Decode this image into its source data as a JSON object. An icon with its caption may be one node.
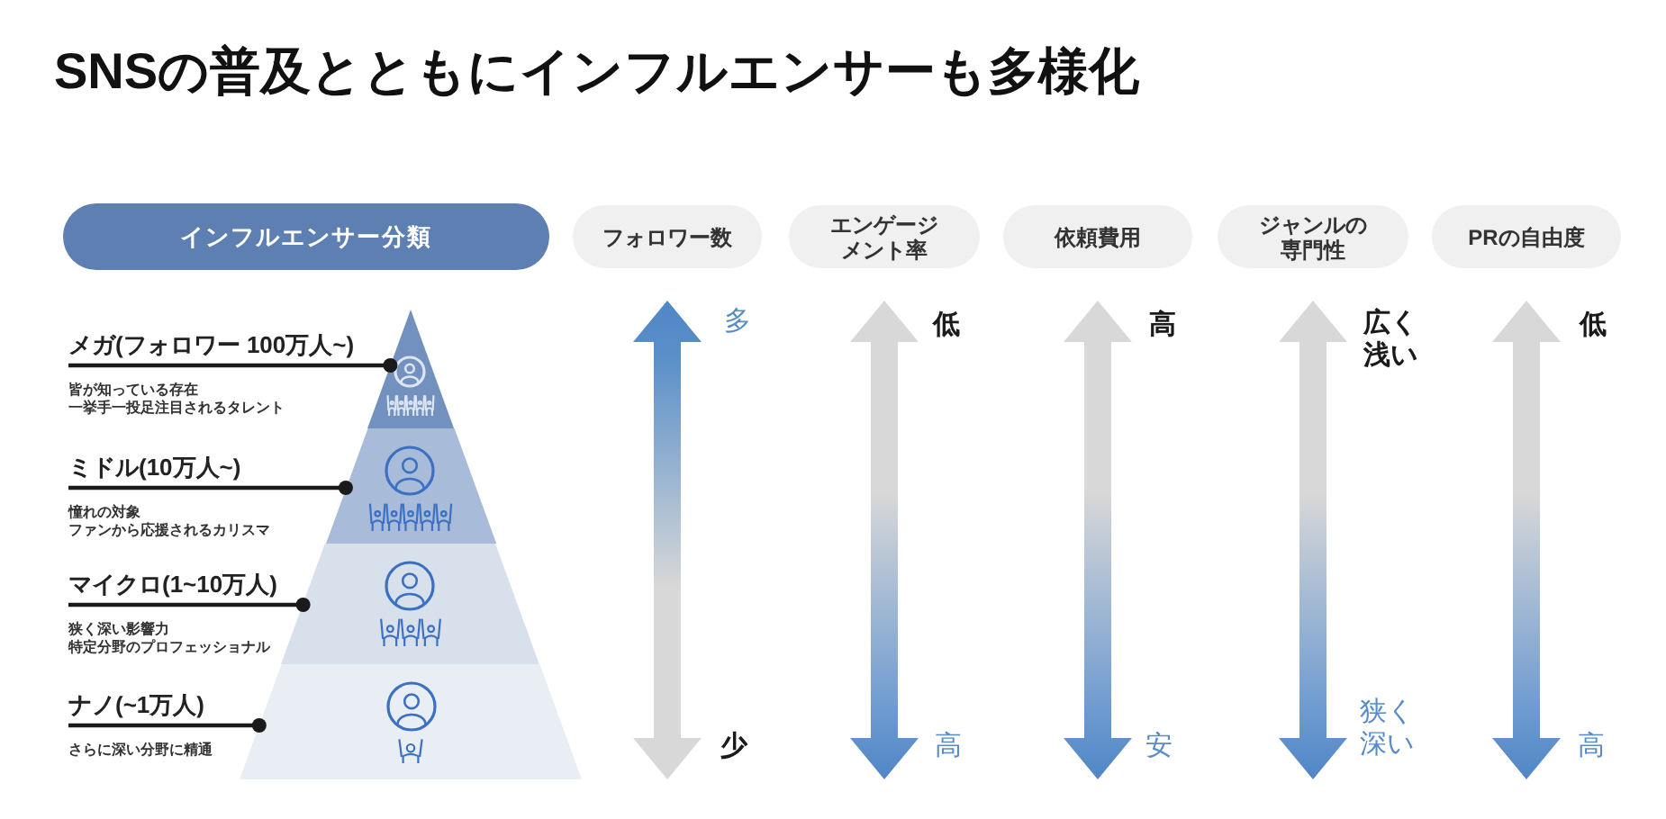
{
  "diagram": {
    "title": "SNSの普及とともにインフルエンサーも多様化",
    "nodes": [
      {
        "text": [
          "インフルエンサー分類"
        ]
      },
      {
        "text": [
          "フォロワー数"
        ]
      },
      {
        "text": [
          "エンゲージメント率"
        ]
      },
      {
        "text": [
          "依頼費用"
        ]
      },
      {
        "text": [
          "ジャンルの専門性"
        ]
      },
      {
        "text": [
          "PRの自由度"
        ]
      },
      {
        "text": [
          "メガ(フォロワー 100万人~)",
          "皆が知っている存在",
          "一挙手一投足注目されるタレント"
        ]
      },
      {
        "text": [],
        "shape": "triangle"
      },
      {
        "text": [
          "ミドル(10万人~)",
          "憧れの対象",
          "ファンから応援されるカリスマ"
        ]
      },
      {
        "text": [],
        "shape": "trapezoid"
      },
      {
        "text": [
          "マイクロ(1~10万人)",
          "狭く深い影響力",
          "特定分野のプロフェッショナル"
        ]
      },
      {
        "text": [],
        "shape": "trapezoid"
      },
      {
        "text": [
          "ナノ(~1万人)",
          "さらに深い分野に精通"
        ]
      },
      {
        "text": [],
        "shape": "trapezoid"
      }
    ],
    "edges": [
      {
        "from": 6,
        "to": 7,
        "arrow": "other"
      },
      {
        "from": 8,
        "to": 9,
        "arrow": "other"
      },
      {
        "from": 10,
        "to": 11,
        "arrow": "other"
      },
      {
        "from": 12,
        "to": 13,
        "arrow": "other"
      }
    ],
    "labels": [
      "多",
      "低",
      "高",
      "広く浅い",
      "低",
      "少",
      "高",
      "安",
      "狭く深い",
      "高"
    ]
  }
}
